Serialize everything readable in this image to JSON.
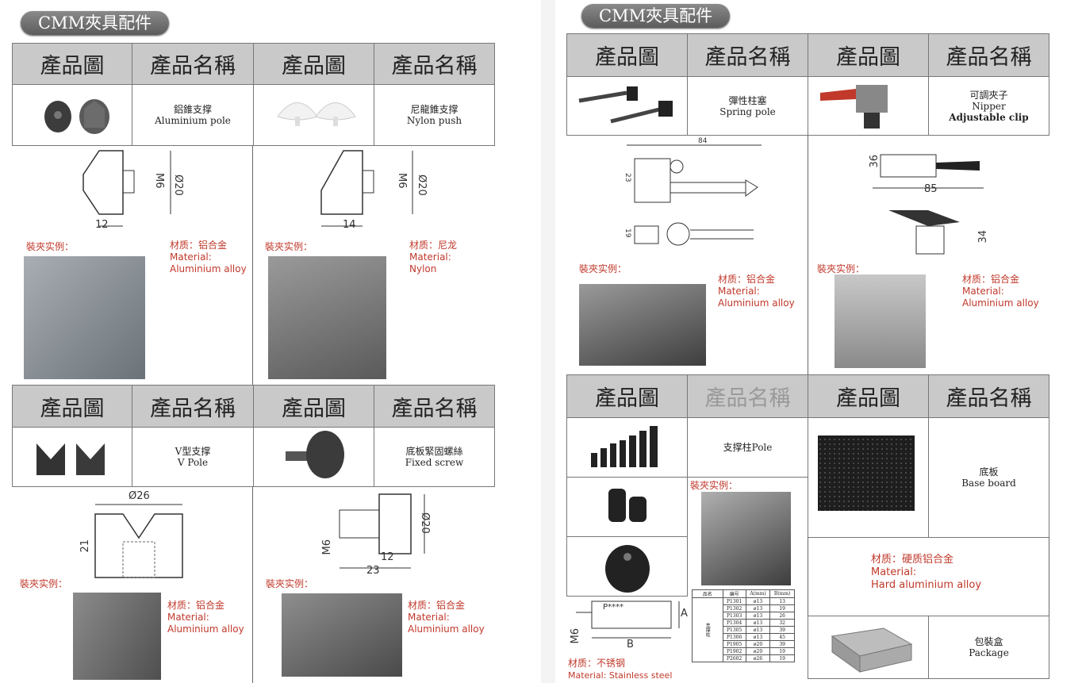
{
  "badge_title": "CMM夾具配件",
  "headers": {
    "image": "產品圖",
    "name": "產品名稱"
  },
  "example_label": "裝夾实例：",
  "material_label": "Material:",
  "colors": {
    "header_bg": "#c9c9c9",
    "accent": "#c0392b",
    "badge": "#6e6e6e"
  },
  "left": {
    "products": [
      {
        "cn": "鋁錐支撑",
        "en": "Aluminium pole",
        "material_cn": "材质：铝合金",
        "material_en": "Aluminium alloy",
        "dims": {
          "a": "12",
          "b": "M6",
          "c": "Ø20"
        }
      },
      {
        "cn": "尼龍錐支撑",
        "en": "Nylon push",
        "material_cn": "材质：尼龙",
        "material_en": "Nylon",
        "dims": {
          "a": "14",
          "b": "M6",
          "c": "Ø20"
        }
      },
      {
        "cn": "V型支撑",
        "en": "V  Pole",
        "material_cn": "材质：铝合金",
        "material_en": "Aluminium alloy",
        "dims": {
          "a": "Ø26",
          "b": "21"
        }
      },
      {
        "cn": "底板緊固螺絲",
        "en": "Fixed screw",
        "material_cn": "材质：铝合金",
        "material_en": "Aluminium alloy",
        "dims": {
          "a": "Ø20",
          "b": "M6",
          "c": "12",
          "d": "23"
        }
      }
    ]
  },
  "right": {
    "products": [
      {
        "cn": "彈性柱塞",
        "en": "Spring pole",
        "material_cn": "材质：铝合金",
        "material_en": "Aluminium alloy",
        "dims": {
          "a": "84",
          "b": "23",
          "c": "19"
        }
      },
      {
        "cn": "可調夾子",
        "en": "Nipper",
        "en2": "Adjustable clip",
        "material_cn": "材质：铝合金",
        "material_en": "Aluminium alloy",
        "dims": {
          "a": "36",
          "b": "85",
          "c": "34"
        }
      },
      {
        "cn": "支撑柱Pole",
        "material_cn": "材质：不锈钢",
        "material_en": "Stainless steel",
        "dims": {
          "a": "A",
          "b": "B",
          "c": "M6",
          "d": "P****"
        }
      },
      {
        "cn": "底板",
        "en": "Base board"
      },
      {
        "cn": "包裝盒",
        "en": "Package"
      }
    ],
    "board_material_cn": "材质：硬质铝合金",
    "board_material_en": "Hard aluminium alloy",
    "stainless_material_en": "Material:  Stainless steel",
    "spec_table": {
      "headers": [
        "品名",
        "编号",
        "A(mm)",
        "B(mm)"
      ],
      "product": "支撑柱",
      "rows": [
        [
          "P1301",
          "ø13",
          "13"
        ],
        [
          "P1302",
          "ø13",
          "19"
        ],
        [
          "P1303",
          "ø13",
          "26"
        ],
        [
          "P1304",
          "ø13",
          "32"
        ],
        [
          "P1305",
          "ø13",
          "39"
        ],
        [
          "P1306",
          "ø13",
          "45"
        ],
        [
          "P1905",
          "ø20",
          "39"
        ],
        [
          "P1902",
          "ø20",
          "19"
        ],
        [
          "P2602",
          "ø26",
          "19"
        ]
      ]
    }
  }
}
